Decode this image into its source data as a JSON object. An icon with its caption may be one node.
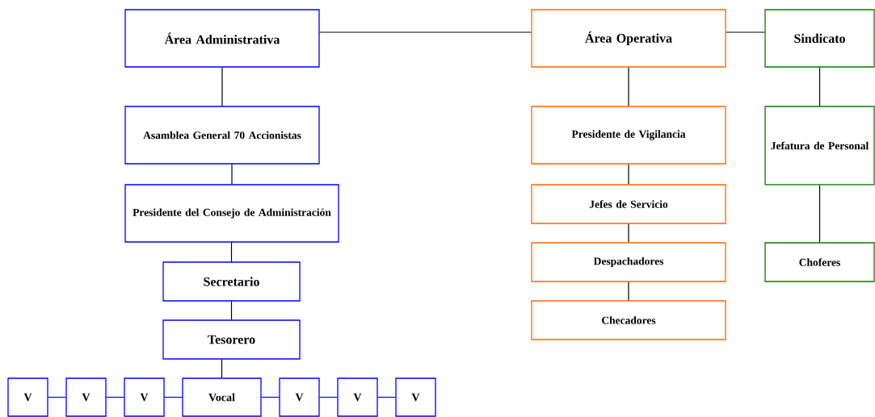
{
  "diagram": {
    "nodes": [
      {
        "text": [
          "Área Administrativa"
        ]
      },
      {
        "text": [
          "Área Operativa"
        ]
      },
      {
        "text": [
          "Sindicato"
        ]
      },
      {
        "text": [
          "Asamblea General 70 Accionistas"
        ]
      },
      {
        "text": [
          "Presidente de Vigilancia"
        ]
      },
      {
        "text": [
          "Jefatura de Personal"
        ]
      },
      {
        "text": [
          "Presidente del Consejo de Administración"
        ]
      },
      {
        "text": [
          "Jefes de Servicio"
        ]
      },
      {
        "text": [
          "Secretario"
        ]
      },
      {
        "text": [
          "Despachadores"
        ]
      },
      {
        "text": [
          "Choferes"
        ]
      },
      {
        "text": [
          "Checadores"
        ]
      },
      {
        "text": [
          "Tesorero"
        ]
      },
      {
        "text": [
          "V"
        ]
      },
      {
        "text": [
          "V"
        ]
      },
      {
        "text": [
          "V"
        ]
      },
      {
        "text": [
          "Vocal"
        ]
      },
      {
        "text": [
          "V"
        ]
      },
      {
        "text": [
          "V"
        ]
      },
      {
        "text": [
          "V"
        ]
      }
    ],
    "edges": [
      {
        "from": 0,
        "to": 1,
        "arrow": "none"
      },
      {
        "from": 1,
        "to": 2,
        "arrow": "none"
      },
      {
        "from": 0,
        "to": 3,
        "arrow": "none"
      },
      {
        "from": 3,
        "to": 6,
        "arrow": "none"
      },
      {
        "from": 6,
        "to": 8,
        "arrow": "none"
      },
      {
        "from": 8,
        "to": 12,
        "arrow": "none"
      },
      {
        "from": 12,
        "to": 16,
        "arrow": "none"
      },
      {
        "from": 1,
        "to": 4,
        "arrow": "none"
      },
      {
        "from": 4,
        "to": 7,
        "arrow": "none"
      },
      {
        "from": 7,
        "to": 9,
        "arrow": "none"
      },
      {
        "from": 9,
        "to": 11,
        "arrow": "none"
      },
      {
        "from": 2,
        "to": 5,
        "arrow": "none"
      },
      {
        "from": 5,
        "to": 10,
        "arrow": "none"
      },
      {
        "from": 13,
        "to": 14,
        "arrow": "none",
        "color": "#0000ff"
      },
      {
        "from": 14,
        "to": 15,
        "arrow": "none",
        "color": "#0000ff"
      },
      {
        "from": 15,
        "to": 16,
        "arrow": "none",
        "color": "#0000ff"
      },
      {
        "from": 16,
        "to": 17,
        "arrow": "none",
        "color": "#0000ff"
      },
      {
        "from": 17,
        "to": 18,
        "arrow": "none",
        "color": "#0000ff"
      },
      {
        "from": 18,
        "to": 19,
        "arrow": "none",
        "color": "#0000ff"
      }
    ]
  }
}
